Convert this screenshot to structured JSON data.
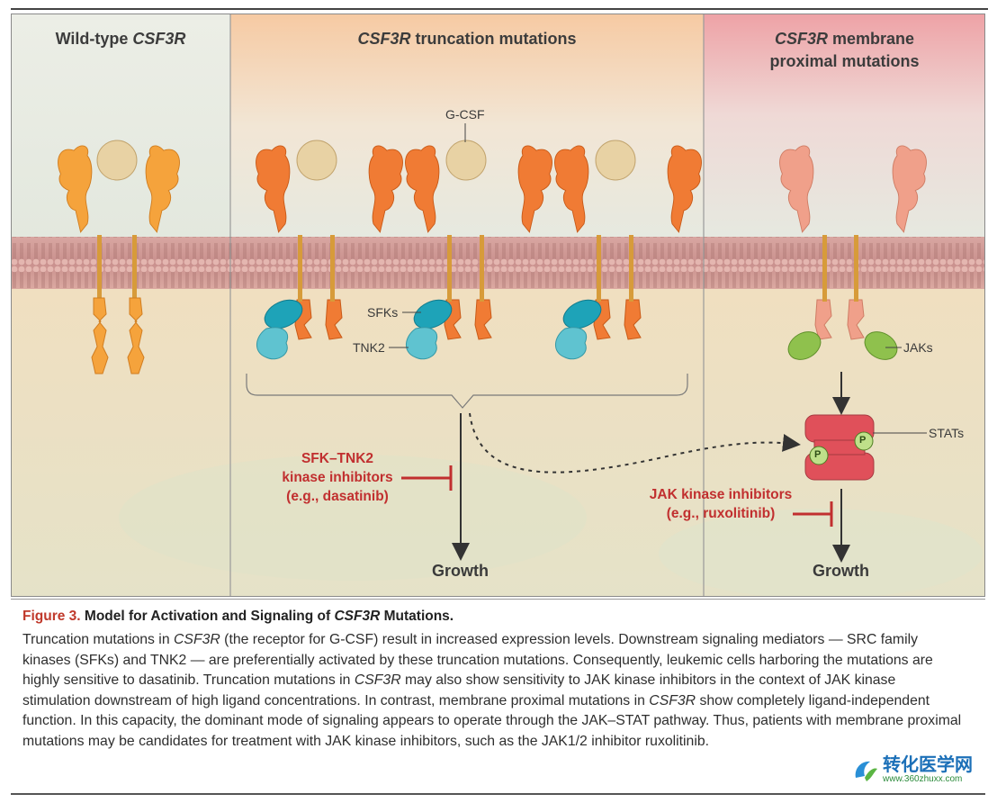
{
  "panels": [
    {
      "title_plain": "Wild-type ",
      "title_ital": "CSF3R",
      "title_rest": ""
    },
    {
      "title_plain": "",
      "title_ital": "CSF3R",
      "title_rest": " truncation mutations"
    },
    {
      "title_plain": "",
      "title_ital": "CSF3R",
      "title_rest": " membrane",
      "title_line2": "proximal mutations"
    }
  ],
  "labels": {
    "gcsf": "G-CSF",
    "sfks": "SFKs",
    "tnk2": "TNK2",
    "jaks": "JAKs",
    "stats": "STATs",
    "p": "P",
    "growth": "Growth"
  },
  "inhibitors": {
    "sfk_line1": "SFK–TNK2",
    "sfk_line2": "kinase inhibitors",
    "sfk_line3": "(e.g., dasatinib)",
    "jak_line1": "JAK kinase inhibitors",
    "jak_line2": "(e.g., ruxolitinib)"
  },
  "colors": {
    "wildtype_receptor": "#f5a33c",
    "truncation_receptor": "#f07b34",
    "membrane_receptor": "#f0a08a",
    "ligand": "#e8d2a4",
    "sfk": "#1ea3b8",
    "tnk2": "#5fc3d0",
    "jak": "#8fc14d",
    "stat": "#e0505a",
    "inhibitor": "#c12f2f"
  },
  "caption": {
    "figure_label": "Figure 3.",
    "title_a": " Model for Activation and Signaling of ",
    "title_ital": "CSF3R",
    "title_b": " Mutations.",
    "body_1": "Truncation mutations in ",
    "body_2": "CSF3R",
    "body_3": " (the receptor for G-CSF) result in increased expression levels. Downstream signaling mediators — SRC family kinases (SFKs) and TNK2 — are preferentially activated by these truncation mutations. Consequently, leukemic cells harboring the mutations are highly sensitive to dasatinib. Truncation mutations in ",
    "body_4": "CSF3R",
    "body_5": " may also show sensitivity to JAK kinase inhibitors in the context of JAK kinase stimulation downstream of high ligand concentrations. In contrast, membrane proximal mutations in ",
    "body_6": "CSF3R",
    "body_7": " show completely ligand-independent function. In this capacity, the dominant mode of signaling appears to operate through the JAK–STAT pathway. Thus, patients with membrane proximal mutations may be candidates for treatment with JAK kinase inhibitors, such as the JAK1/2 inhibitor ruxolitinib."
  },
  "watermark": {
    "name": "转化医学网",
    "url": "www.360zhuxx.com"
  }
}
